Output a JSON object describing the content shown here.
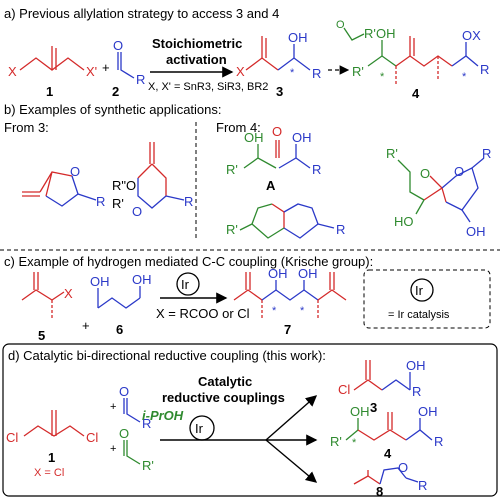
{
  "section_a": {
    "title": "a) Previous allylation strategy to access 3 and 4",
    "reagent_above": "Stoichiometric",
    "reagent_below": "activation",
    "conditions": "X, X' = SnR3, SiR3, BR2",
    "label_1": "1",
    "label_2": "2",
    "label_3": "3",
    "label_4": "4"
  },
  "section_b": {
    "title": "b) Examples of synthetic applications:",
    "from_3": "From 3:",
    "from_4": "From 4:",
    "label_A": "A"
  },
  "section_c": {
    "title": "c) Example of hydrogen mediated C-C coupling (Krische group):",
    "label_5": "5",
    "label_6": "6",
    "label_7": "7",
    "conditions": "X = RCOO or Cl",
    "catalyst_symbol": "Ir",
    "legend": "= Ir catalysis"
  },
  "section_d": {
    "title": "d) Catalytic bi-directional reductive coupling (this work):",
    "reagent_line1": "Catalytic",
    "reagent_line2": "reductive couplings",
    "reductant": "i-PrOH",
    "catalyst_symbol": "Ir",
    "label_1": "1",
    "x_eq": "X = Cl",
    "label_3": "3",
    "label_4": "4",
    "label_8": "8"
  },
  "colors": {
    "red": "#d42a2a",
    "blue": "#2b39c8",
    "green": "#2f8a2f"
  }
}
